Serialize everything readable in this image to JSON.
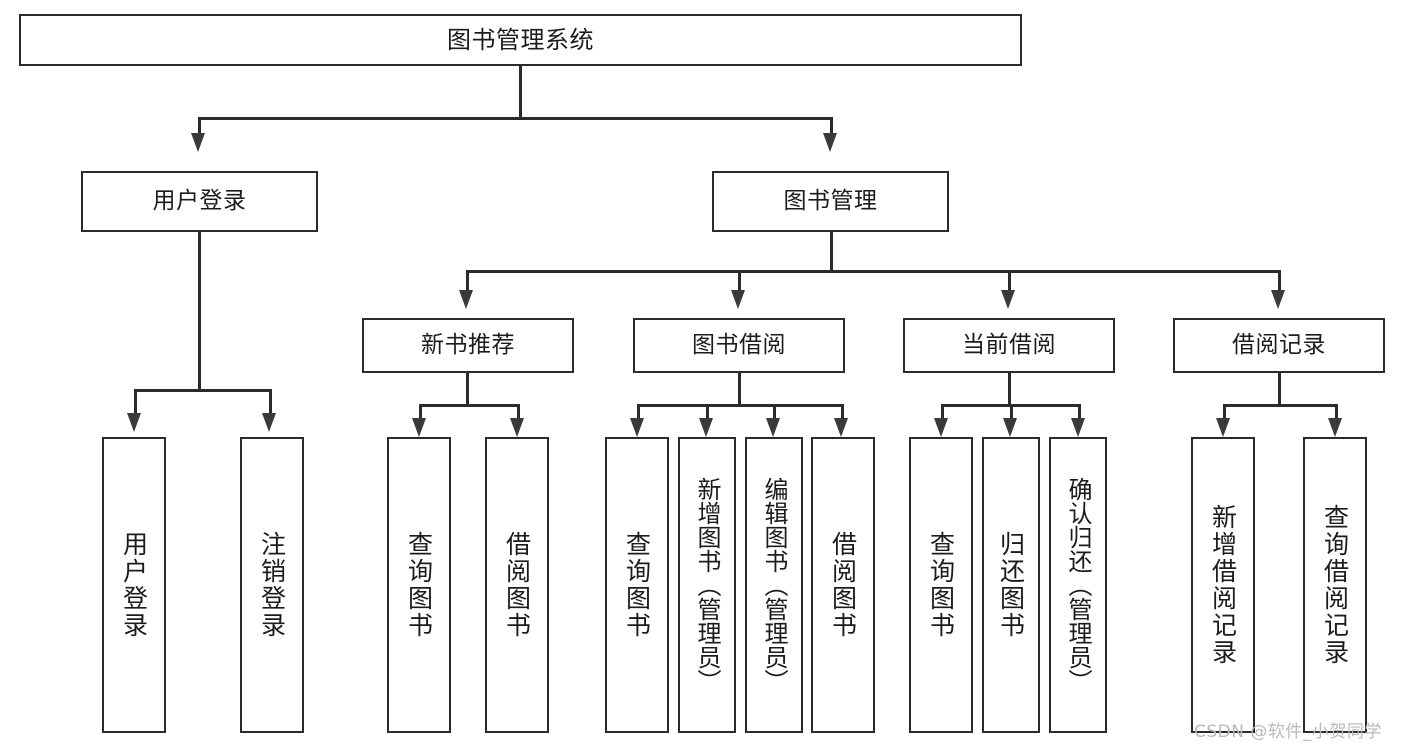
{
  "diagram": {
    "title": "图书管理系统",
    "type": "tree",
    "root": {
      "id": "root",
      "label": "图书管理系统"
    },
    "level1": [
      {
        "id": "user-login",
        "label": "用户登录"
      },
      {
        "id": "book-manage",
        "label": "图书管理"
      }
    ],
    "level2": [
      {
        "id": "new-book-recommend",
        "label": "新书推荐",
        "parent": "book-manage"
      },
      {
        "id": "book-borrow",
        "label": "图书借阅",
        "parent": "book-manage"
      },
      {
        "id": "current-borrow",
        "label": "当前借阅",
        "parent": "book-manage"
      },
      {
        "id": "borrow-record",
        "label": "借阅记录",
        "parent": "book-manage"
      }
    ],
    "leaves": {
      "user_login": [
        {
          "id": "leaf-user-login",
          "label": "用户登录"
        },
        {
          "id": "leaf-logout",
          "label": "注销登录"
        }
      ],
      "new_book_recommend": [
        {
          "id": "leaf-query-book-1",
          "label": "查询图书"
        },
        {
          "id": "leaf-borrow-book-1",
          "label": "借阅图书"
        }
      ],
      "book_borrow": [
        {
          "id": "leaf-query-book-2",
          "label": "查询图书"
        },
        {
          "id": "leaf-add-book",
          "label": "新增图书（管理员）"
        },
        {
          "id": "leaf-edit-book",
          "label": "编辑图书（管理员）"
        },
        {
          "id": "leaf-borrow-book-2",
          "label": "借阅图书"
        }
      ],
      "current_borrow": [
        {
          "id": "leaf-query-book-3",
          "label": "查询图书"
        },
        {
          "id": "leaf-return-book",
          "label": "归还图书"
        },
        {
          "id": "leaf-confirm-return",
          "label": "确认归还（管理员）"
        }
      ],
      "borrow_record": [
        {
          "id": "leaf-add-record",
          "label": "新增借阅记录"
        },
        {
          "id": "leaf-query-record",
          "label": "查询借阅记录"
        }
      ]
    }
  },
  "watermark": {
    "text": "CSDN @软件_小贺同学"
  },
  "colors": {
    "box_border": "#2b2b2b",
    "connector": "#2b2b2b",
    "background": "#ffffff",
    "text": "#1c1c1c",
    "watermark": "#b9b9b9"
  }
}
